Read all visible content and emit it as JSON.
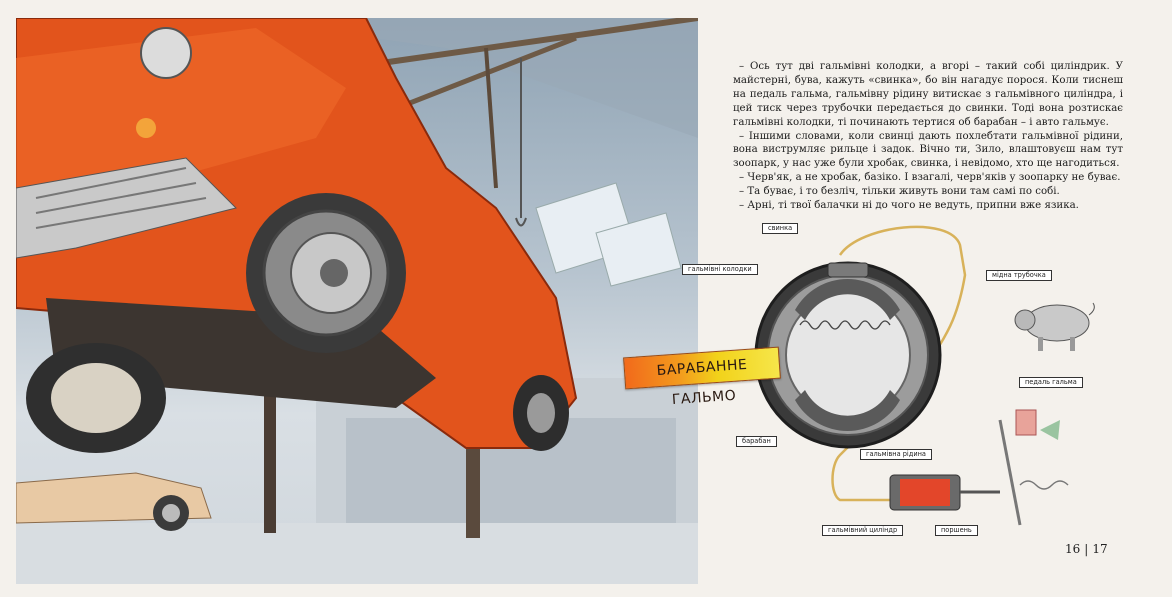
{
  "story": {
    "paragraphs": [
      "– Ось тут дві гальмівні колодки, а вгорі – такий собі циліндрик. У майстерні, бува, кажуть «свинка», бо він нагадує порося. Коли тиснеш на педаль гальма, гальмівну рідину витискає з гальмівного циліндра, і цей тиск через трубочки передається до свинки. Тоді вона розтискає гальмівні колодки, ті починають тертися об барабан – і авто гальмує.",
      "– Іншими словами, коли свинці дають похлебтати гальмівної рідини, вона виструмляє рильце і задок. Вічно ти, Зило, влаштовуєш нам тут зоопарк, у нас уже були хробак, свинка, і невідомо, хто ще нагодиться.",
      "– Черв'як, а не хробак, базіко. І взагалі, черв'яків у зоопарку не буває.",
      "– Та буває, і то безліч, тільки живуть вони там самі по собі.",
      "– Арні, ті твої балачки ні до чого не ведуть, припни вже язика."
    ]
  },
  "diagram": {
    "banner": "БАРАБАННЕ ГАЛЬМО",
    "labels": {
      "svynka": "свинка",
      "kolodky": "гальмівні колодки",
      "trubochka": "мідна трубочка",
      "pedal": "педаль гальма",
      "baraban": "барабан",
      "ridyna": "гальмівна рідина",
      "tsylindr": "гальмівний циліндр",
      "porshen": "поршень"
    }
  },
  "page_numbers": {
    "left": "16",
    "right": "17",
    "separator": "|"
  },
  "colors": {
    "car_orange": "#e2541c",
    "banner_start": "#f26a1b",
    "banner_end": "#f6e64a"
  }
}
